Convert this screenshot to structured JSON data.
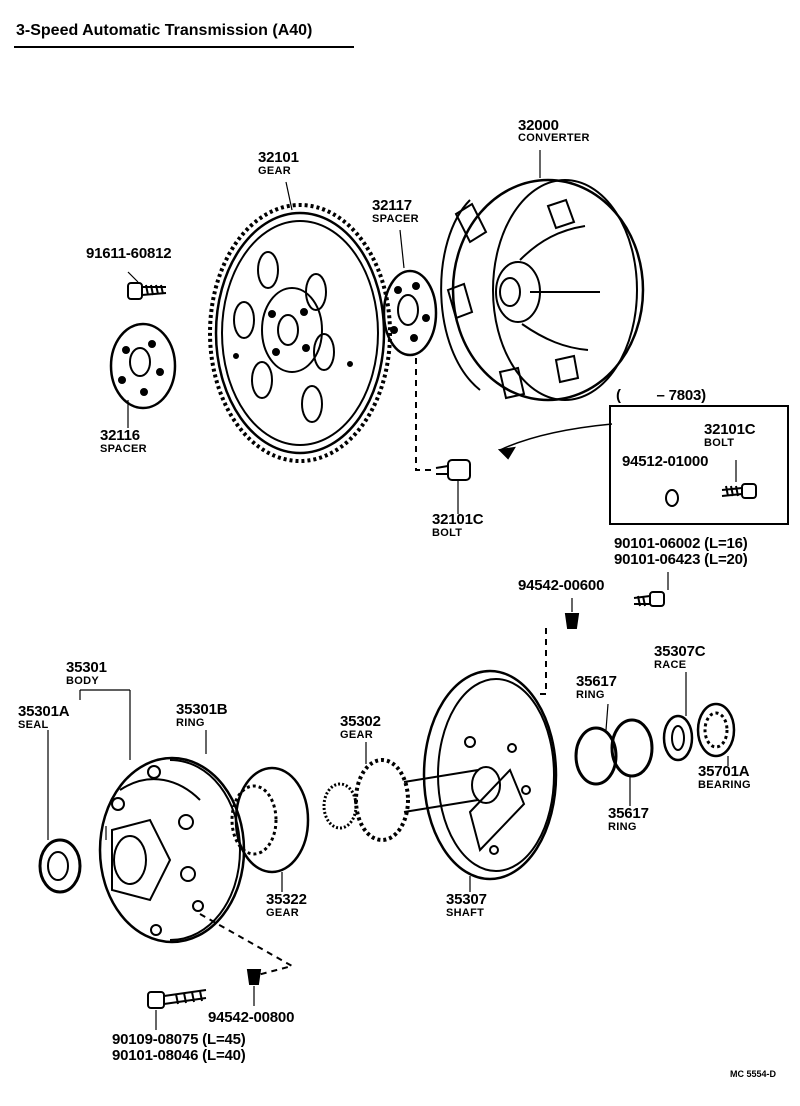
{
  "title": "3-Speed Automatic Transmission (A40)",
  "note_range": "(         – 7803)",
  "ref_code": "MC  5554-D",
  "parts": {
    "converter": {
      "number": "32000",
      "name": "CONVERTER"
    },
    "gear_ring": {
      "number": "32101",
      "name": "GEAR"
    },
    "spacer_b": {
      "number": "32117",
      "name": "SPACER"
    },
    "bolt_flywheel": {
      "number": "91611-60812"
    },
    "spacer_a": {
      "number": "32116",
      "name": "SPACER"
    },
    "bolt_c": {
      "number": "32101C",
      "name": "BOLT"
    },
    "box_bolt": {
      "number": "32101C",
      "name": "BOLT"
    },
    "box_washer": {
      "number": "94512-01000"
    },
    "bolt_pair": {
      "number_1": "90101-06002 (L=16)",
      "number_2": "90101-06423 (L=20)"
    },
    "washer_600": {
      "number": "94542-00600"
    },
    "body": {
      "number": "35301",
      "name": "BODY"
    },
    "seal": {
      "number": "35301A",
      "name": "SEAL"
    },
    "ring_body": {
      "number": "35301B",
      "name": "RING"
    },
    "gear_drive": {
      "number": "35302",
      "name": "GEAR"
    },
    "ring_a": {
      "number": "35617",
      "name": "RING"
    },
    "race": {
      "number": "35307C",
      "name": "RACE"
    },
    "bearing": {
      "number": "35701A",
      "name": "BEARING"
    },
    "ring_b": {
      "number": "35617",
      "name": "RING"
    },
    "gear_driven": {
      "number": "35322",
      "name": "GEAR"
    },
    "shaft": {
      "number": "35307",
      "name": "SHAFT"
    },
    "washer_800": {
      "number": "94542-00800"
    },
    "bolt_long": {
      "number_1": "90109-08075 (L=45)",
      "number_2": "90101-08046 (L=40)"
    }
  }
}
